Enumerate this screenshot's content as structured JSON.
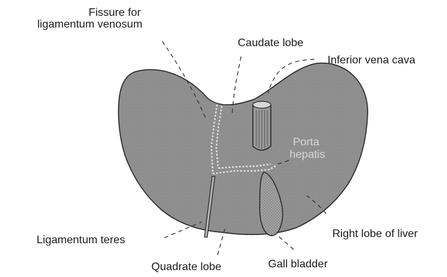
{
  "labels": {
    "fissure_line1": "Fissure for",
    "fissure_line2": "ligamentum venosum",
    "caudate_lobe": "Caudate lobe",
    "inferior_vena_cava": "Inferior vena cava",
    "porta_line1": "Porta",
    "porta_line2": "hepatis",
    "ligamentum_teres": "Ligamentum teres",
    "right_lobe": "Right lobe of liver",
    "quadrate_lobe": "Quadrate lobe",
    "gall_bladder": "Gall bladder"
  },
  "colors": {
    "liver_fill": "#8f8f8f",
    "outline": "#2a2a2a",
    "dotted": "#e6e6e6",
    "gall_bladder": "#a3a3a3",
    "text": "#1a1a1a",
    "porta_text": "#d8d8d8"
  }
}
